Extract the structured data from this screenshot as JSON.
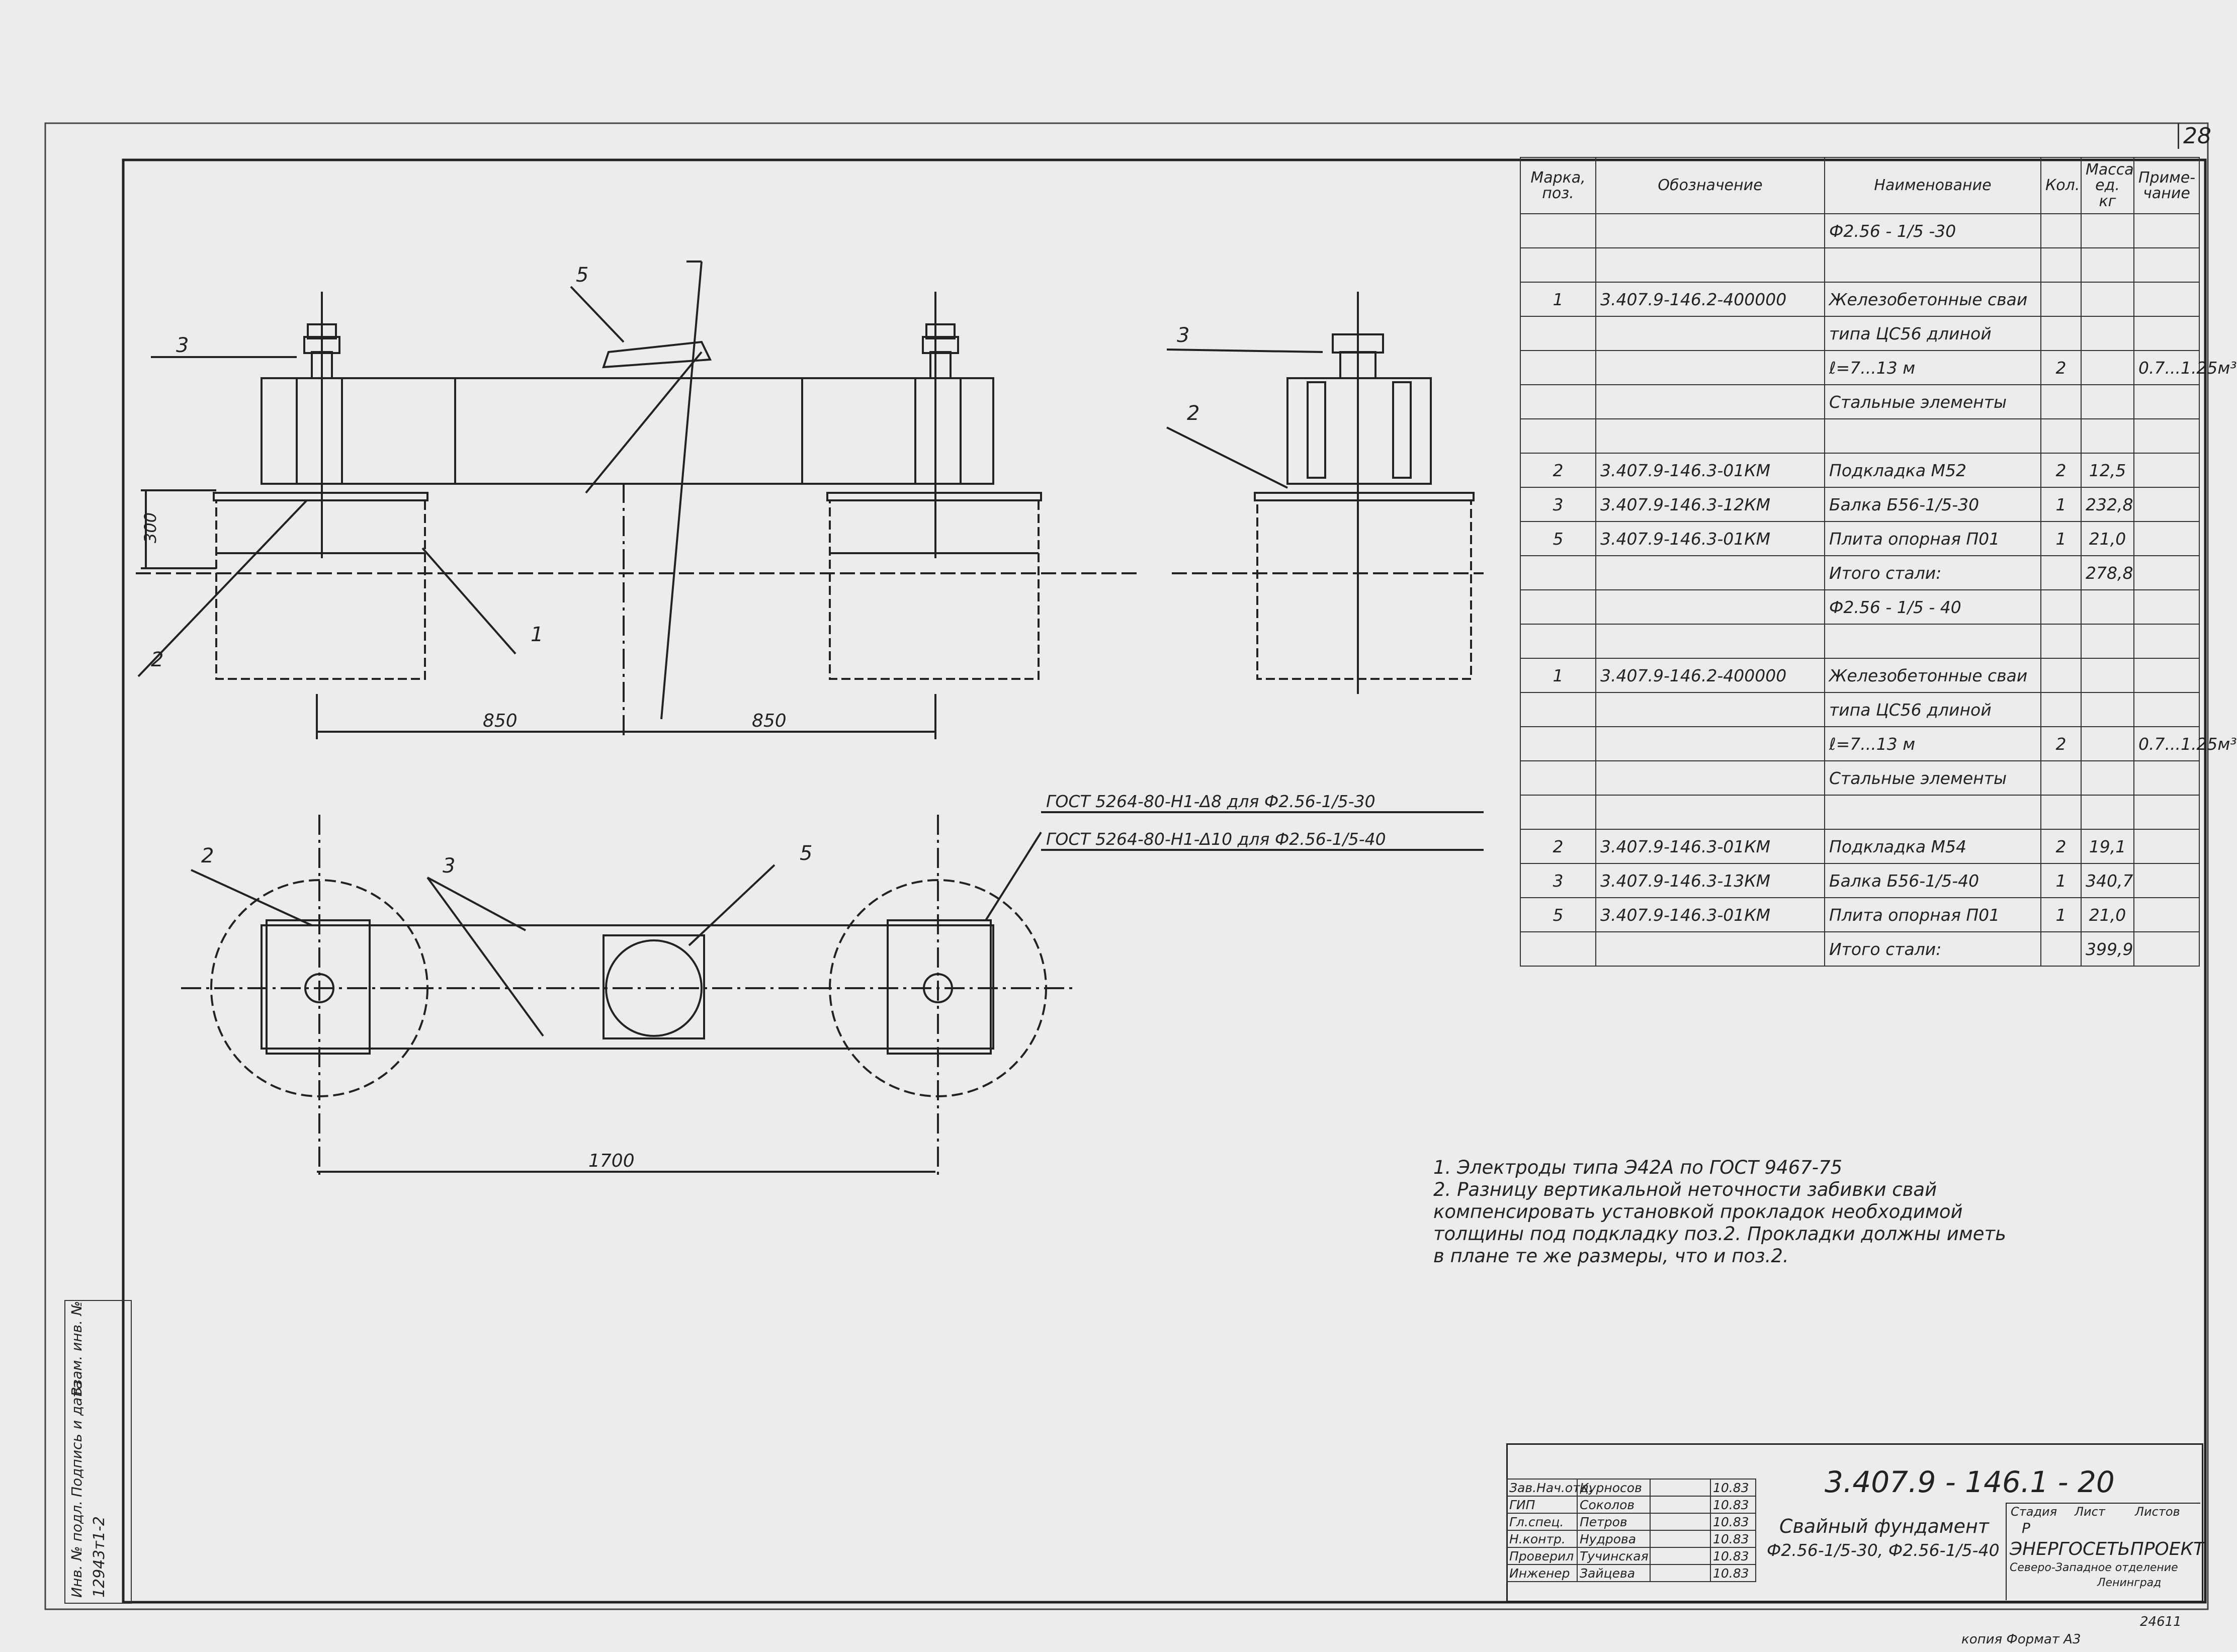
{
  "page_number": "28",
  "drawing": {
    "front_view_labels": [
      "3",
      "5",
      "2",
      "1"
    ],
    "side_view_labels": [
      "3",
      "2"
    ],
    "plan_view_labels": [
      "2",
      "3",
      "5"
    ],
    "dimensions": {
      "height": "300",
      "left_span": "850",
      "right_span": "850",
      "total": "1700"
    },
    "weld_note_1": "ГОСТ 5264-80-Н1-Δ8  для  Ф2.56-1/5-30",
    "weld_note_2": "ГОСТ 5264-80-Н1-Δ10  для  Ф2.56-1/5-40"
  },
  "spec_table": {
    "headers": [
      "Марка, поз.",
      "Обозначение",
      "Наименование",
      "Кол.",
      "Масса ед. кг",
      "Приме- чание"
    ],
    "rows": [
      [
        "",
        "",
        "Ф2.56 - 1/5 -30",
        "",
        "",
        ""
      ],
      [
        "",
        "",
        "",
        "",
        "",
        ""
      ],
      [
        "1",
        "3.407.9-146.2-400000",
        "Железобетонные сваи",
        "",
        "",
        ""
      ],
      [
        "",
        "",
        "типа  ЦС56  длиной",
        "",
        "",
        ""
      ],
      [
        "",
        "",
        "ℓ=7...13 м",
        "2",
        "",
        "0.7...1.25м³"
      ],
      [
        "",
        "",
        "Стальные элементы",
        "",
        "",
        ""
      ],
      [
        "",
        "",
        "",
        "",
        "",
        ""
      ],
      [
        "2",
        "3.407.9-146.3-01КМ",
        "Подкладка  М52",
        "2",
        "12,5",
        ""
      ],
      [
        "3",
        "3.407.9-146.3-12КМ",
        "Балка Б56-1/5-30",
        "1",
        "232,8",
        ""
      ],
      [
        "5",
        "3.407.9-146.3-01КМ",
        "Плита опорная  П01",
        "1",
        "21,0",
        ""
      ],
      [
        "",
        "",
        "Итого стали:",
        "",
        "278,8",
        ""
      ],
      [
        "",
        "",
        "Ф2.56 - 1/5 - 40",
        "",
        "",
        ""
      ],
      [
        "",
        "",
        "",
        "",
        "",
        ""
      ],
      [
        "1",
        "3.407.9-146.2-400000",
        "Железобетонные сваи",
        "",
        "",
        ""
      ],
      [
        "",
        "",
        "типа  ЦС56  длиной",
        "",
        "",
        ""
      ],
      [
        "",
        "",
        "ℓ=7...13 м",
        "2",
        "",
        "0.7...1.25м³"
      ],
      [
        "",
        "",
        "Стальные элементы",
        "",
        "",
        ""
      ],
      [
        "",
        "",
        "",
        "",
        "",
        ""
      ],
      [
        "2",
        "3.407.9-146.3-01КМ",
        "Подкладка  М54",
        "2",
        "19,1",
        ""
      ],
      [
        "3",
        "3.407.9-146.3-13КМ",
        "Балка Б56-1/5-40",
        "1",
        "340,7",
        ""
      ],
      [
        "5",
        "3.407.9-146.3-01КМ",
        "Плита опорная  П01",
        "1",
        "21,0",
        ""
      ],
      [
        "",
        "",
        "Итого стали:",
        "",
        "399,9",
        ""
      ]
    ]
  },
  "notes": [
    "1. Электроды типа Э42А по ГОСТ 9467-75",
    "2. Разницу вертикальной неточности забивки свай компенсировать установкой прокладок необходимой толщины под подкладку поз.2. Прокладки должны иметь в плане те же размеры, что и поз.2."
  ],
  "title_block": {
    "designation": "3.407.9 - 146.1 - 20",
    "name": "Свайный фундамент",
    "subname": "Ф2.56-1/5-30, Ф2.56-1/5-40",
    "stage_label": "Стадия",
    "sheet_label": "Лист",
    "sheets_label": "Листов",
    "stage": "Р",
    "org": "ЭНЕРГОСЕТЬПРОЕКТ",
    "org_sub": "Северо-Западное отделение",
    "org_city": "Ленинград",
    "signers": [
      {
        "role": "Зав.Нач.отд.",
        "name": "Курносов",
        "date": "10.83"
      },
      {
        "role": "ГИП",
        "name": "Соколов",
        "date": "10.83"
      },
      {
        "role": "Гл.спец.",
        "name": "Петров",
        "date": "10.83"
      },
      {
        "role": "Н.контр.",
        "name": "Нудрова",
        "date": "10.83"
      },
      {
        "role": "Проверил",
        "name": "Тучинская",
        "date": "10.83"
      },
      {
        "role": "Инженер",
        "name": "Зайцева",
        "date": "10.83"
      }
    ]
  },
  "side_stamp": {
    "inv_label": "Инв. № подл.",
    "sign_label": "Подпись и дата",
    "replace_label": "Взам. инв. №",
    "inv_number": "12943т1-2"
  },
  "bottom_note": "24611",
  "bottom_copy": "копия  Формат  А3"
}
